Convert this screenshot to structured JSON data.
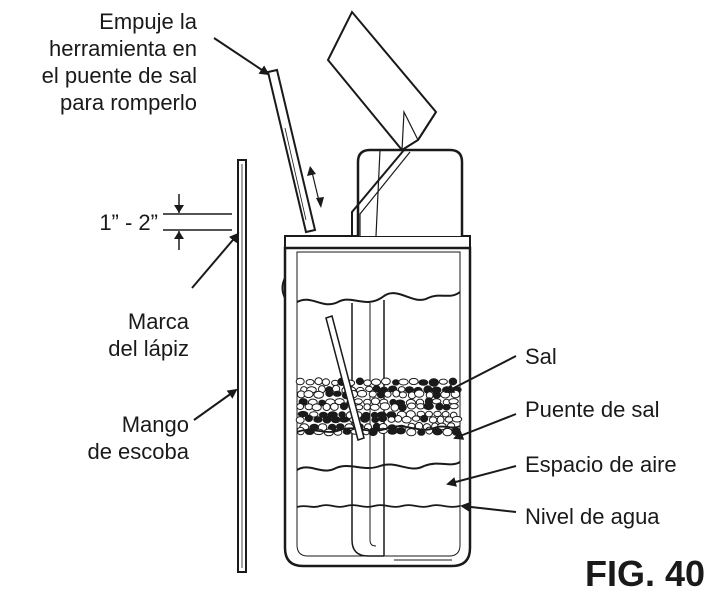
{
  "labels": {
    "push_tool": [
      "Empuje la",
      "herramienta en",
      "el puente de sal",
      "para romperlo"
    ],
    "measure": "1” - 2”",
    "pencil_mark": [
      "Marca",
      "del lápiz"
    ],
    "broom_handle": [
      "Mango",
      "de escoba"
    ],
    "salt": "Sal",
    "salt_bridge": "Puente de sal",
    "air_space": "Espacio de aire",
    "water_level": "Nivel de agua"
  },
  "figure_label": "FIG. 40",
  "colors": {
    "ink": "#1a1a1a",
    "background": "#ffffff"
  }
}
